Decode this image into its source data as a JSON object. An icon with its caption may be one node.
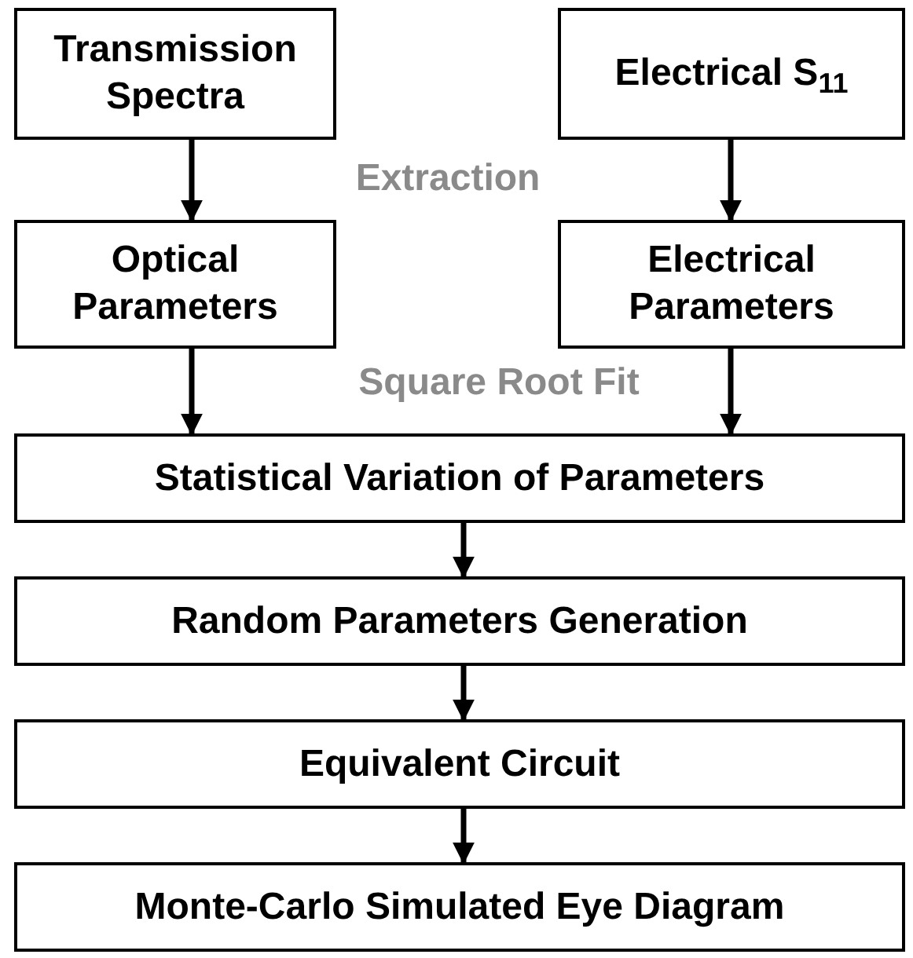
{
  "diagram": {
    "nodes": [
      {
        "text": [
          "Transmission Spectra"
        ]
      },
      {
        "text": [
          "Electrical S$_{11}$"
        ]
      },
      {
        "text": [
          "Optical Parameters"
        ]
      },
      {
        "text": [
          "Electrical Parameters"
        ]
      },
      {
        "text": [
          "Statistical Variation of Parameters"
        ]
      },
      {
        "text": [
          "Random Parameters Generation"
        ]
      },
      {
        "text": [
          "Equivalent Circuit"
        ]
      },
      {
        "text": [
          "Monte-Carlo Simulated Eye Diagram"
        ]
      }
    ],
    "edges": [
      {
        "from": 0,
        "to": 2,
        "arrow": "to"
      },
      {
        "from": 1,
        "to": 3,
        "arrow": "to"
      },
      {
        "from": 2,
        "to": 4,
        "arrow": "to"
      },
      {
        "from": 3,
        "to": 4,
        "arrow": "to"
      },
      {
        "from": 4,
        "to": 5,
        "arrow": "to"
      },
      {
        "from": 5,
        "to": 6,
        "arrow": "to"
      },
      {
        "from": 6,
        "to": 7,
        "arrow": "to"
      }
    ],
    "labels": [
      "Extraction",
      "Square Root Fit"
    ]
  }
}
